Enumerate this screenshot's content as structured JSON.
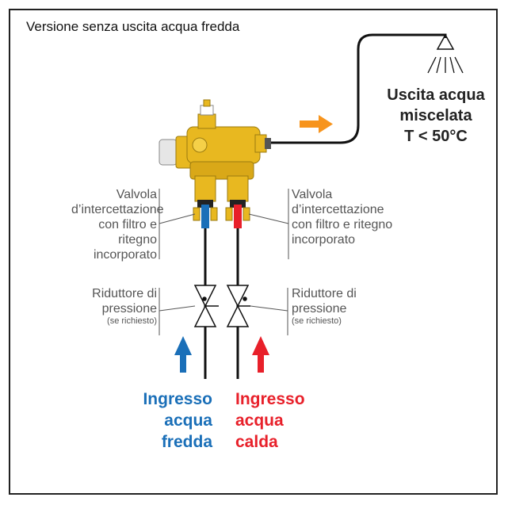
{
  "title": "Versione senza uscita acqua fredda",
  "valve_label_left": [
    "Valvola",
    "d’intercettazione",
    "con filtro e ritegno",
    "incorporato"
  ],
  "valve_label_right": [
    "Valvola",
    "d’intercettazione",
    "con filtro e ritegno",
    "incorporato"
  ],
  "reducer_left": {
    "line1": "Riduttore di",
    "line2": "pressione",
    "note": "(se richiesto)"
  },
  "reducer_right": {
    "line1": "Riduttore di",
    "line2": "pressione",
    "note": "(se richiesto)"
  },
  "inlet_cold": {
    "line1": "Ingresso",
    "line2": "acqua",
    "line3": "fredda",
    "color": "#1a6fb8"
  },
  "inlet_hot": {
    "line1": "Ingresso",
    "line2": "acqua",
    "line3": "calda",
    "color": "#e8202a"
  },
  "outlet": {
    "line1": "Uscita acqua",
    "line2": "miscelata",
    "line3": "T < 50°C"
  },
  "colors": {
    "arrow_out": "#f7941d",
    "brass": "#e8b820",
    "cold": "#1a6fb8",
    "hot": "#e8202a"
  }
}
